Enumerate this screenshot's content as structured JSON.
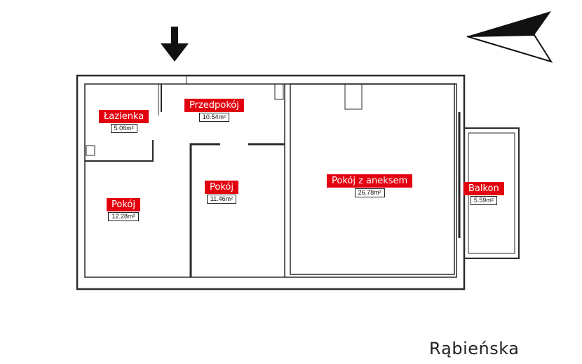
{
  "rooms": [
    {
      "name": "Łazienka",
      "area": "5.06m²"
    },
    {
      "name": "Przedpokój",
      "area": "10.54m²"
    },
    {
      "name": "Pokój",
      "area": "12.28m²"
    },
    {
      "name": "Pokój",
      "area": "11.46m²"
    },
    {
      "name": "Pokój z aneksem",
      "area": "26.78m²"
    },
    {
      "name": "Balkon",
      "area": "5.59m²"
    }
  ],
  "street": "Rąbieńska",
  "icons": {
    "entrance": "entrance-arrow-icon",
    "north": "north-arrow-icon"
  },
  "colors": {
    "label_bg": "#e3000f",
    "wall": "#2a2a2a"
  }
}
